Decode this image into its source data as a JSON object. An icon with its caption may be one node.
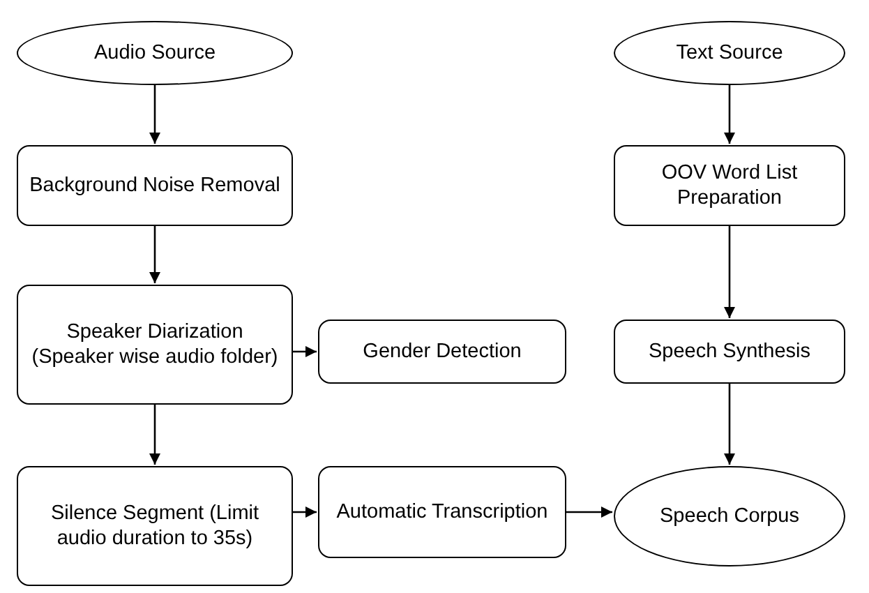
{
  "diagram": {
    "nodes": [
      {
        "text": [
          "Audio Source"
        ]
      },
      {
        "text": [
          "Background Noise Removal"
        ]
      },
      {
        "text": [
          "Speaker Diarization (Speaker wise audio folder)"
        ]
      },
      {
        "text": [
          "Gender Detection"
        ]
      },
      {
        "text": [
          "Silence Segment (Limit audio duration to 35s)"
        ]
      },
      {
        "text": [
          "Automatic Transcription"
        ]
      },
      {
        "text": [
          "Text Source"
        ]
      },
      {
        "text": [
          "OOV Word List Preparation"
        ]
      },
      {
        "text": [
          "Speech Synthesis"
        ]
      },
      {
        "text": [
          "Speech Corpus"
        ]
      }
    ],
    "edges": [
      {
        "from": 0,
        "to": 1,
        "arrow": "to"
      },
      {
        "from": 1,
        "to": 2,
        "arrow": "to"
      },
      {
        "from": 2,
        "to": 3,
        "arrow": "to"
      },
      {
        "from": 2,
        "to": 4,
        "arrow": "to"
      },
      {
        "from": 4,
        "to": 5,
        "arrow": "to"
      },
      {
        "from": 5,
        "to": 9,
        "arrow": "to"
      },
      {
        "from": 6,
        "to": 7,
        "arrow": "to"
      },
      {
        "from": 7,
        "to": 8,
        "arrow": "to"
      },
      {
        "from": 8,
        "to": 9,
        "arrow": "to"
      }
    ]
  }
}
